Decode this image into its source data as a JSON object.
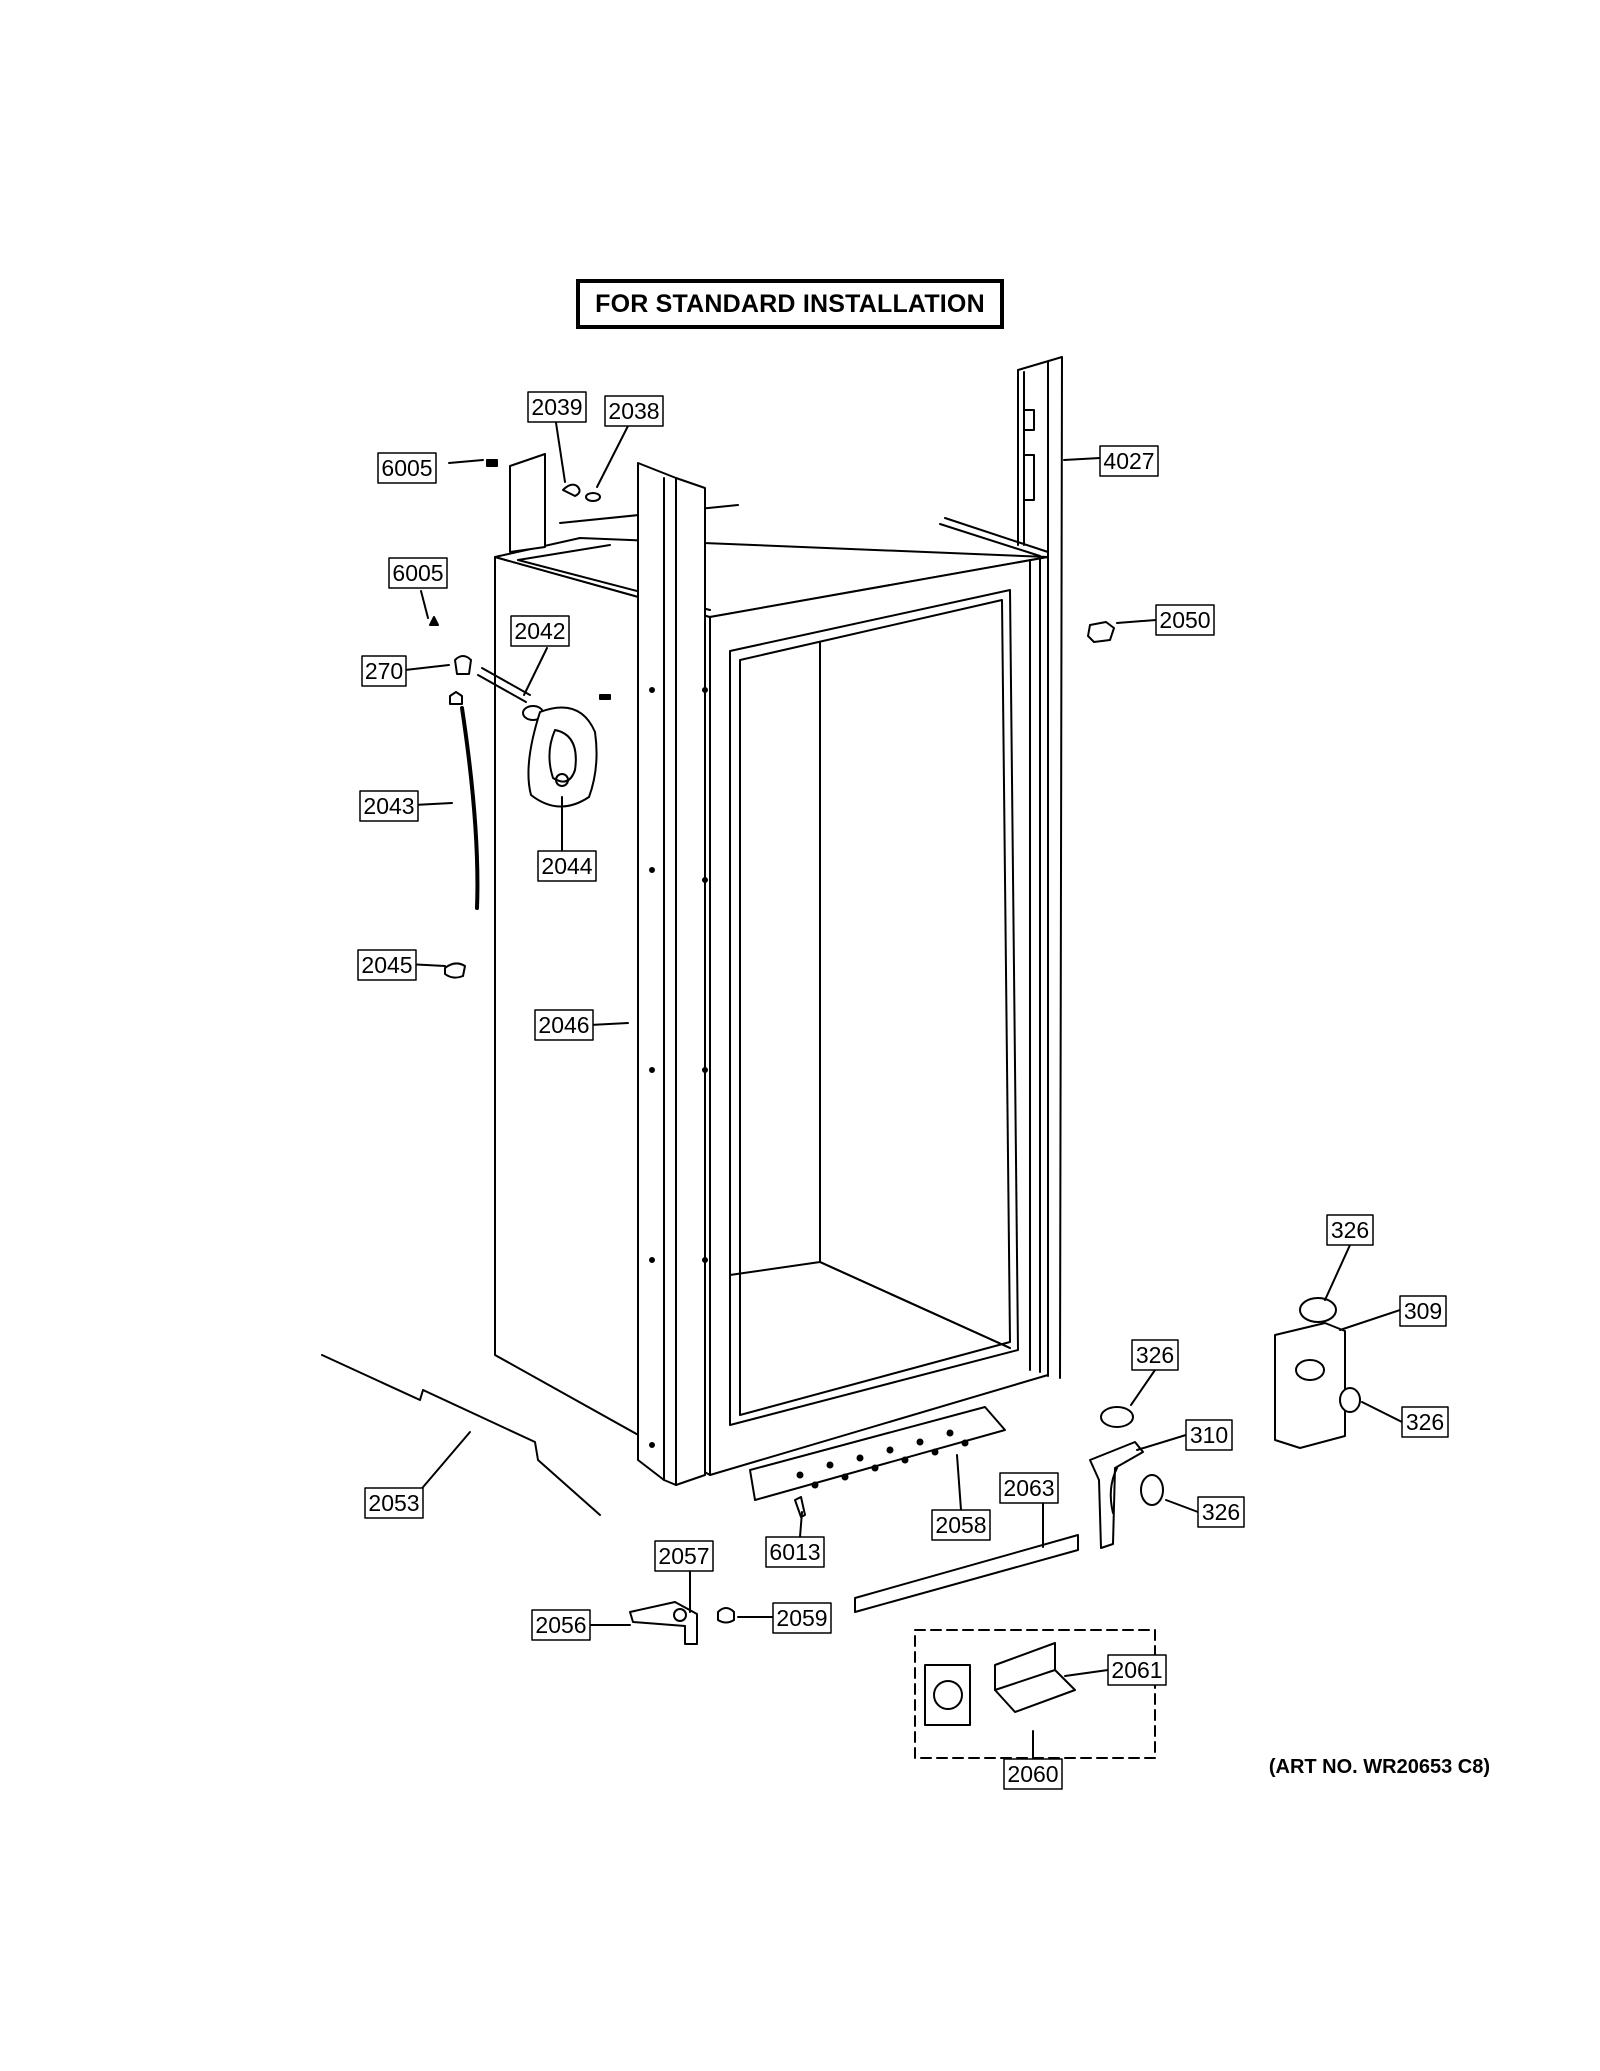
{
  "title": "FOR STANDARD INSTALLATION",
  "art_no": "(ART NO. WR20653 C8)",
  "callouts": {
    "c2039": "2039",
    "c2038": "2038",
    "c6005a": "6005",
    "c4027": "4027",
    "c6005b": "6005",
    "c2042": "2042",
    "c270": "270",
    "c2050": "2050",
    "c2043": "2043",
    "c2044": "2044",
    "c2045": "2045",
    "c2046": "2046",
    "c326a": "326",
    "c309": "309",
    "c326b": "326",
    "c326c": "326",
    "c310": "310",
    "c2053": "2053",
    "c2063": "2063",
    "c326d": "326",
    "c2058": "2058",
    "c6013": "6013",
    "c2057": "2057",
    "c2056": "2056",
    "c2059": "2059",
    "c2061": "2061",
    "c2060": "2060"
  }
}
